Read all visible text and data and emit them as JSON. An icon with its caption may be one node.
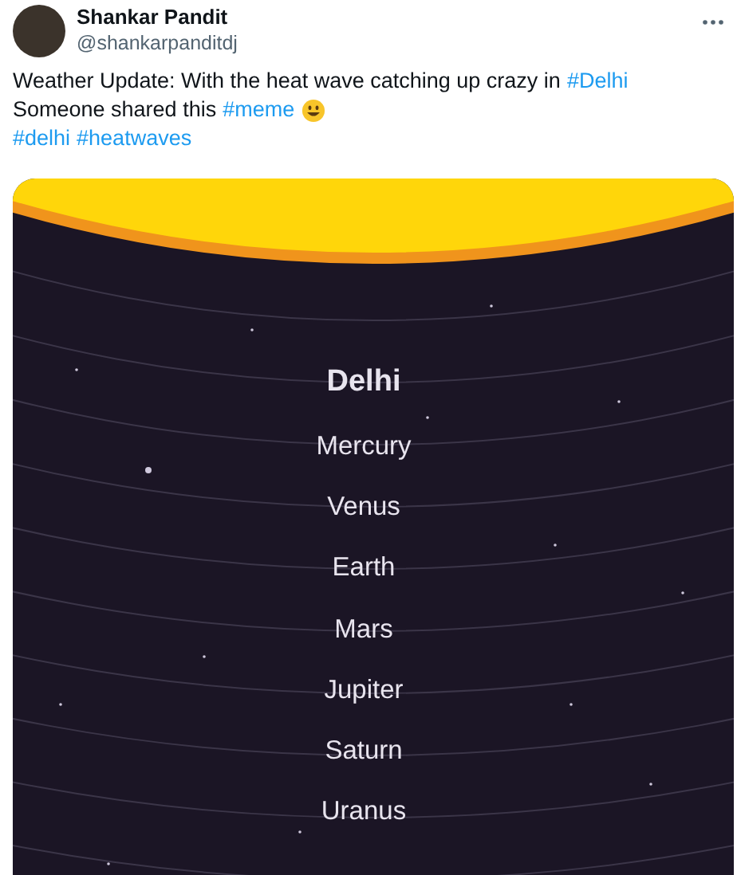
{
  "diagram": {
    "labels": [
      "Shankar Pandit",
      "@shankarpanditdj",
      "Weather Update: With the heat wave catching up crazy in",
      "#Delhi",
      "Someone shared this",
      "#meme",
      "#delhi",
      "#heatwaves",
      "Delhi",
      "Mercury",
      "Venus",
      "Earth",
      "Mars",
      "Jupiter",
      "Saturn",
      "Uranus"
    ]
  }
}
